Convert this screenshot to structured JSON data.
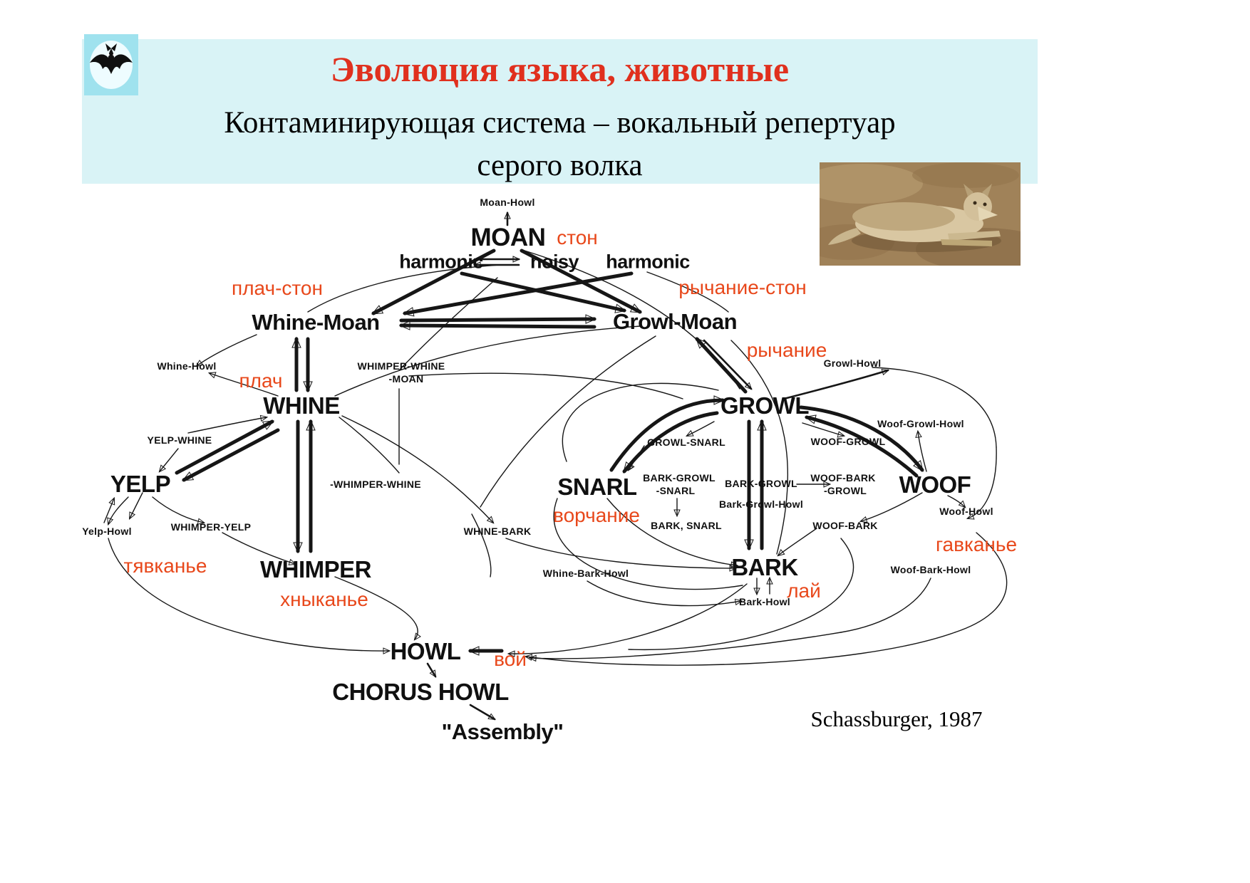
{
  "header": {
    "title": "Эволюция языка, животные",
    "subtitle_line1": "Контаминирующая система – вокальный репертуар",
    "subtitle_line2": "серого волка"
  },
  "footer": {
    "citation": "Schassburger, 1987"
  },
  "colors": {
    "header_background": "#d9f3f6",
    "title_red": "#e0301e",
    "russian_label_red": "#e8481b",
    "diagram_ink": "#161616",
    "logo_background": "#9fe2ee"
  },
  "icons": {
    "logo": "bat-logo",
    "photo": "wolf-photo"
  },
  "diagram": {
    "major_nodes": {
      "moan": "MOAN",
      "harmonic_left": "harmonic",
      "noisy": "noisy",
      "harmonic_right": "harmonic",
      "whine_moan": "Whine-Moan",
      "growl_moan": "Growl-Moan",
      "whine": "WHINE",
      "yelp": "YELP",
      "snarl": "SNARL",
      "growl": "GROWL",
      "woof": "WOOF",
      "whimper": "WHIMPER",
      "bark": "BARK",
      "howl": "HOWL",
      "chorus_howl": "CHORUS HOWL",
      "assembly": "\"Assembly\""
    },
    "minor_nodes": {
      "moan_howl": "Moan-Howl",
      "whine_howl": "Whine-Howl",
      "whimper_whine_moan_1": "WHIMPER-WHINE",
      "whimper_whine_moan_2": "-MOAN",
      "growl_howl": "Growl-Howl",
      "yelp_whine": "YELP-WHINE",
      "growl_snarl": "GROWL-SNARL",
      "woof_growl": "WOOF-GROWL",
      "woof_growl_howl": "Woof-Growl-Howl",
      "whimper_whine": "-WHIMPER-WHINE",
      "bark_growl_snarl_1": "BARK-GROWL",
      "bark_growl_snarl_2": "-SNARL",
      "bark_growl": "BARK-GROWL",
      "woof_bark_growl_1": "WOOF-BARK",
      "woof_bark_growl_2": "-GROWL",
      "yelp_howl": "Yelp-Howl",
      "whimper_yelp": "WHIMPER-YELP",
      "whine_bark": "WHINE-BARK",
      "bark_growl_howl": "Bark-Growl-Howl",
      "bark_snarl": "BARK, SNARL",
      "woof_bark": "WOOF-BARK",
      "woof_howl": "Woof-Howl",
      "whine_bark_howl": "Whine-Bark-Howl",
      "woof_bark_howl": "Woof-Bark-Howl",
      "bark_howl": "Bark-Howl"
    },
    "russian_labels": {
      "ston": "стон",
      "plach_ston": "плач-стон",
      "rychanie_ston": "рычание-стон",
      "plach": "плач",
      "rychanie": "рычание",
      "vorchanie": "ворчание",
      "tyavkanie": "тявканье",
      "khnykanie": "хныканье",
      "lay": "лай",
      "gavkanie": "гавканье",
      "voy": "вой"
    }
  }
}
